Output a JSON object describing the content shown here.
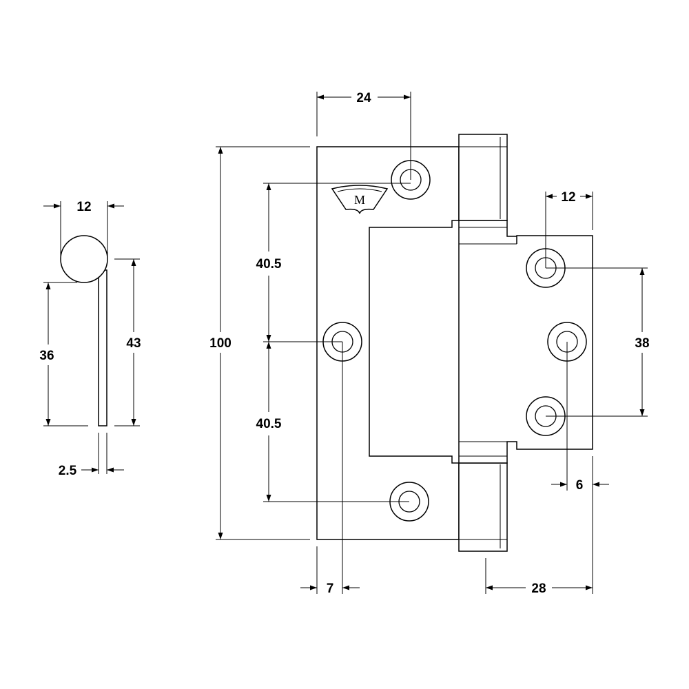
{
  "side_view": {
    "dim_knuckle_width": "12",
    "dim_leaf_height": "36",
    "dim_total_height": "43",
    "dim_thickness": "2.5"
  },
  "front_view": {
    "dim_outer_leaf_width": "24",
    "dim_overall_height": "100",
    "dim_hole_pitch_upper": "40.5",
    "dim_hole_pitch_lower": "40.5",
    "dim_hole_edge_offset": "7",
    "dim_inner_hole_offset": "12",
    "dim_inner_hole_span": "38",
    "dim_inner_hole_edge": "6",
    "dim_inner_leaf_width": "28",
    "logo_letter": "M"
  }
}
